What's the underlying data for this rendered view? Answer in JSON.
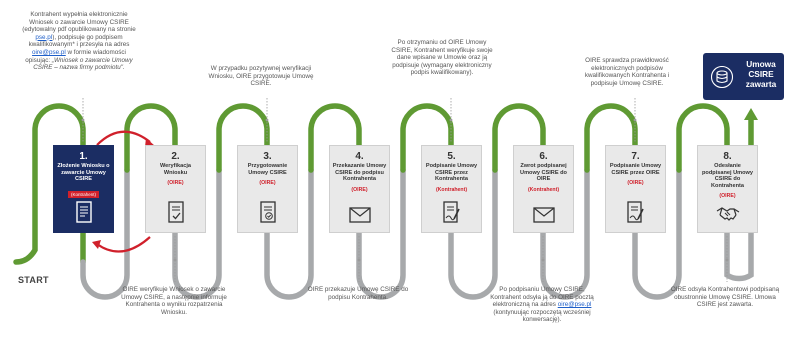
{
  "start_label": "START",
  "final": {
    "label": "Umowa CSIRE zawarta",
    "icon": "database-icon"
  },
  "steps": [
    {
      "num": "1.",
      "title": "Złożenie Wniosku o zawarcie Umowy CSIRE",
      "role": "(Kontrahent)",
      "icon": "document-icon"
    },
    {
      "num": "2.",
      "title": "Weryfikacja Wniosku",
      "role": "(OIRE)",
      "icon": "document-check-icon"
    },
    {
      "num": "3.",
      "title": "Przygotowanie Umowy CSIRE",
      "role": "(OIRE)",
      "icon": "document-check-icon"
    },
    {
      "num": "4.",
      "title": "Przekazanie Umowy CSIRE do podpisu Kontrahenta",
      "role": "(OIRE)",
      "icon": "envelope-icon"
    },
    {
      "num": "5.",
      "title": "Podpisanie Umowy CSIRE przez Kontrahenta",
      "role": "(Kontrahent)",
      "icon": "document-sign-icon"
    },
    {
      "num": "6.",
      "title": "Zwrot podpisanej Umowy CSIRE do OIRE",
      "role": "(Kontrahent)",
      "icon": "envelope-icon"
    },
    {
      "num": "7.",
      "title": "Podpisanie Umowy CSIRE przez OIRE",
      "role": "(OIRE)",
      "icon": "document-sign-icon"
    },
    {
      "num": "8.",
      "title": "Odesłanie podpisanej Umowy CSIRE do Kontrahenta",
      "role": "(OIRE)",
      "icon": "handshake-icon"
    }
  ],
  "notes": {
    "n1_a": "Kontrahent wypełnia elektronicznie Wniosek o zawarcie Umowy CSIRE (edytowalny pdf opublikowany na stronie",
    "n1_link1": "pse.pl",
    "n1_b": "), podpisuje go podpisem kwalifikowanym* i przesyła na adres",
    "n1_link2": "oire@pse.pl",
    "n1_c": "w formie wiadomości opisując:",
    "n1_d": "„Wniosek o zawarcie Umowy CSIRE – nazwa firmy podmiotu\".",
    "n2": "W przypadku pozytywnej weryfikacji Wniosku, OIRE przygotowuje Umowę CSIRE.",
    "n3": "Po otrzymaniu od OIRE Umowy CSIRE, Kontrahent weryfikuje swoje dane wpisane w Umowie oraz ją podpisuje (wymagany elektroniczny podpis kwalifikowany).",
    "n4": "OIRE sprawdza prawidłowość elektronicznych podpisów kwalifikowanych Kontrahenta i podpisuje Umowę CSIRE.",
    "b1": "OIRE weryfikuje Wniosek o zawarcie Umowy CSIRE, a następnie informuje Kontrahenta o wyniku rozpatrzenia Wniosku.",
    "b2": "OIRE przekazuje Umowę CSIRE do podpisu Kontrahenta.",
    "b3_a": "Po podpisaniu Umowy CSIRE, Kontrahent odsyła ją do OIRE pocztą elektroniczną na adres",
    "b3_link": "oire@pse.pl",
    "b3_b": "(kontynuując rozpoczętą wcześniej konwersację).",
    "b4": "OIRE odsyła Kontrahentowi podpisaną obustronnie Umowę CSIRE. Umowa CSIRE jest zawarta."
  },
  "colors": {
    "green": "#5f9a33",
    "grey": "#a7a9ab",
    "navy": "#1b2d63",
    "red": "#d0202b"
  }
}
